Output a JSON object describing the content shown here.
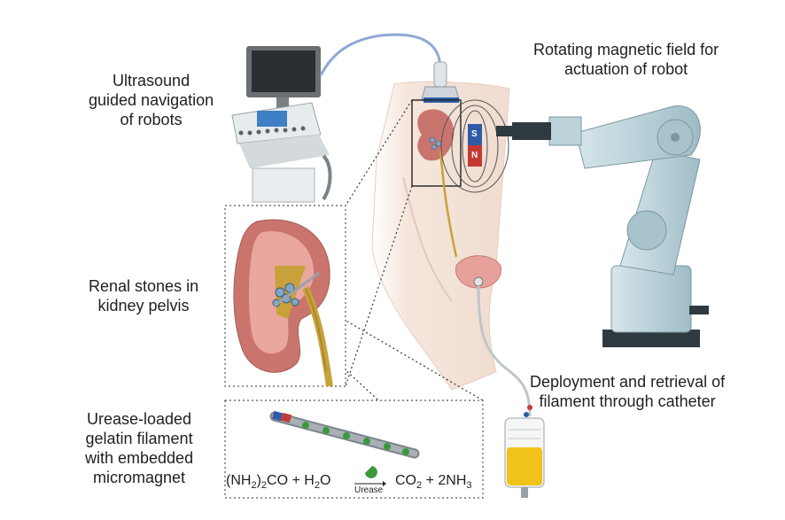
{
  "labels": {
    "ultrasound": [
      "Ultrasound",
      "guided navigation",
      "of robots"
    ],
    "magnetic": [
      "Rotating magnetic field for",
      "actuation of robot"
    ],
    "stones": [
      "Renal stones in",
      "kidney pelvis"
    ],
    "deployment": [
      "Deployment and retrieval of",
      "filament through catheter"
    ],
    "filament": [
      "Urease-loaded",
      "gelatin filament",
      "with embedded",
      "micromagnet"
    ]
  },
  "equation": {
    "reactant_left": "(NH",
    "sub_2a": "2",
    "reactant_mid": ")",
    "sub_2b": "2",
    "reactant_right": "CO + H",
    "sub_2c": "2",
    "reactant_end": "O",
    "enzyme": "Urease",
    "product_a": "CO",
    "sub_2d": "2",
    "product_b": " + 2NH",
    "sub_3": "3"
  },
  "magnet_letters": {
    "south": "S",
    "north": "N"
  },
  "colors": {
    "kidney": "#c9756e",
    "kidney_inner": "#e9a79f",
    "ureter": "#c9a13b",
    "robot": "#bcd3da",
    "robot_dark": "#2e3a40",
    "bag_fluid": "#f0c21a",
    "filament": "#9aa3aa",
    "bead": "#3a9a3a",
    "skin": "#f3e1d6"
  }
}
